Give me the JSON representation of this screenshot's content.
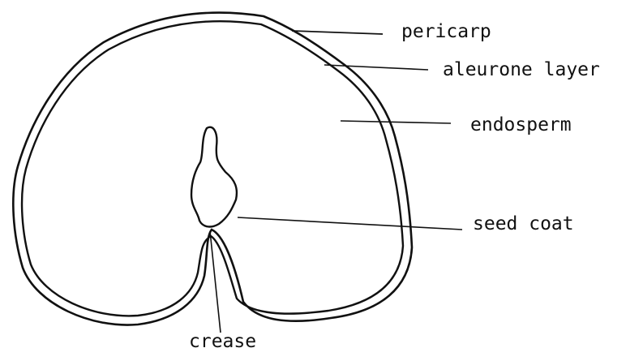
{
  "labels": {
    "pericarp": "pericarp",
    "aleurone_layer": "aleurone layer",
    "endosperm": "endosperm",
    "seed_coat": "seed coat",
    "crease": "crease"
  },
  "colors": {
    "outline": "#111111",
    "background": "#ffffff"
  }
}
